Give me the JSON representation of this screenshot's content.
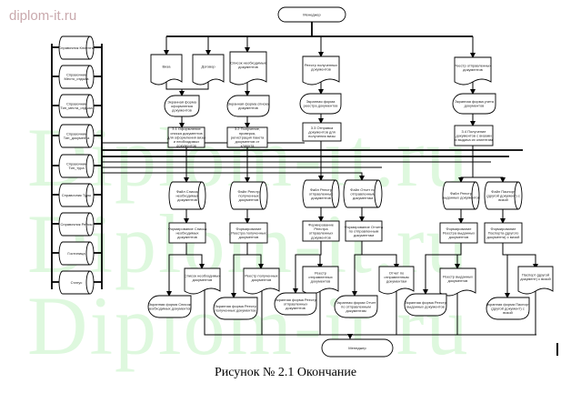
{
  "watermark": {
    "small": "diplom-it.ru",
    "big": [
      "Diplom-it.ru",
      "Diplom-it.ru",
      "Diplom-it.ru"
    ]
  },
  "caption": "Рисунок № 2.1 Окончание",
  "terminators": {
    "top": "Менеджер",
    "bottom": "Менеджер"
  },
  "reference_tables": [
    "Справочник Клиенты",
    "Справочник Место_отдыха",
    "Справочник Тип_места_отдыха",
    "Справочник Тип_документа",
    "Справочник Тип_тура",
    "Справочник Туры",
    "Справочник Рейсы",
    "Гостиница",
    "Статус"
  ],
  "input_documents": [
    "Виза",
    "Договор",
    "Список необходимых документов",
    "Реестр полученных документов",
    "Реестр отправленных документов"
  ],
  "input_forms": [
    "Экранная форма оформления документов",
    "Экранная форма списка документов",
    "Экранная форма реестра документов",
    "Экранная форма учета документов"
  ],
  "processes": [
    "3.1 Оформление списка документов для оформления визы и необходимых документов",
    "3.2 Получение, проверка, регистрация пакета документов от клиента",
    "3.3 Отправка документов для получения визы",
    "3.4 Получение документов с визами и выдача их клиентам"
  ],
  "files": [
    "Файл Список необходимых документов",
    "Файл Реестр полученных документов",
    "Файл Реестр отправленных документов",
    "Файл Отчет по отправленным документам",
    "Файл Реестр выданных документов",
    "Файл Паспорт (другой документ) с визой"
  ],
  "report_processes": [
    "Формирование Списка необходимых документов",
    "Формирование Реестра полученных документов",
    "Формирование Реестра отправленных документов",
    "Формирование Отчета по отправленным документам",
    "Формирование Реестра выданных документов",
    "Формирование Паспорта (другого документа) с визой"
  ],
  "output_documents": [
    "Список необходимых документов",
    "Реестр полученных документов",
    "Реестр отправленных документов",
    "Отчет по отправленным документам",
    "Реестр выданных документов",
    "Паспорт (другой документ) с визой"
  ],
  "output_forms": [
    "Экранная форма Список необходимых документов",
    "Экранная форма Реестр полученных документов",
    "Экранная форма Реестр отправленных документов",
    "Экранная форма Отчет по отправленным документам",
    "Экранная форма Реестр выданных документов",
    "Экранная форма Паспорт (другой документ) с визой"
  ]
}
